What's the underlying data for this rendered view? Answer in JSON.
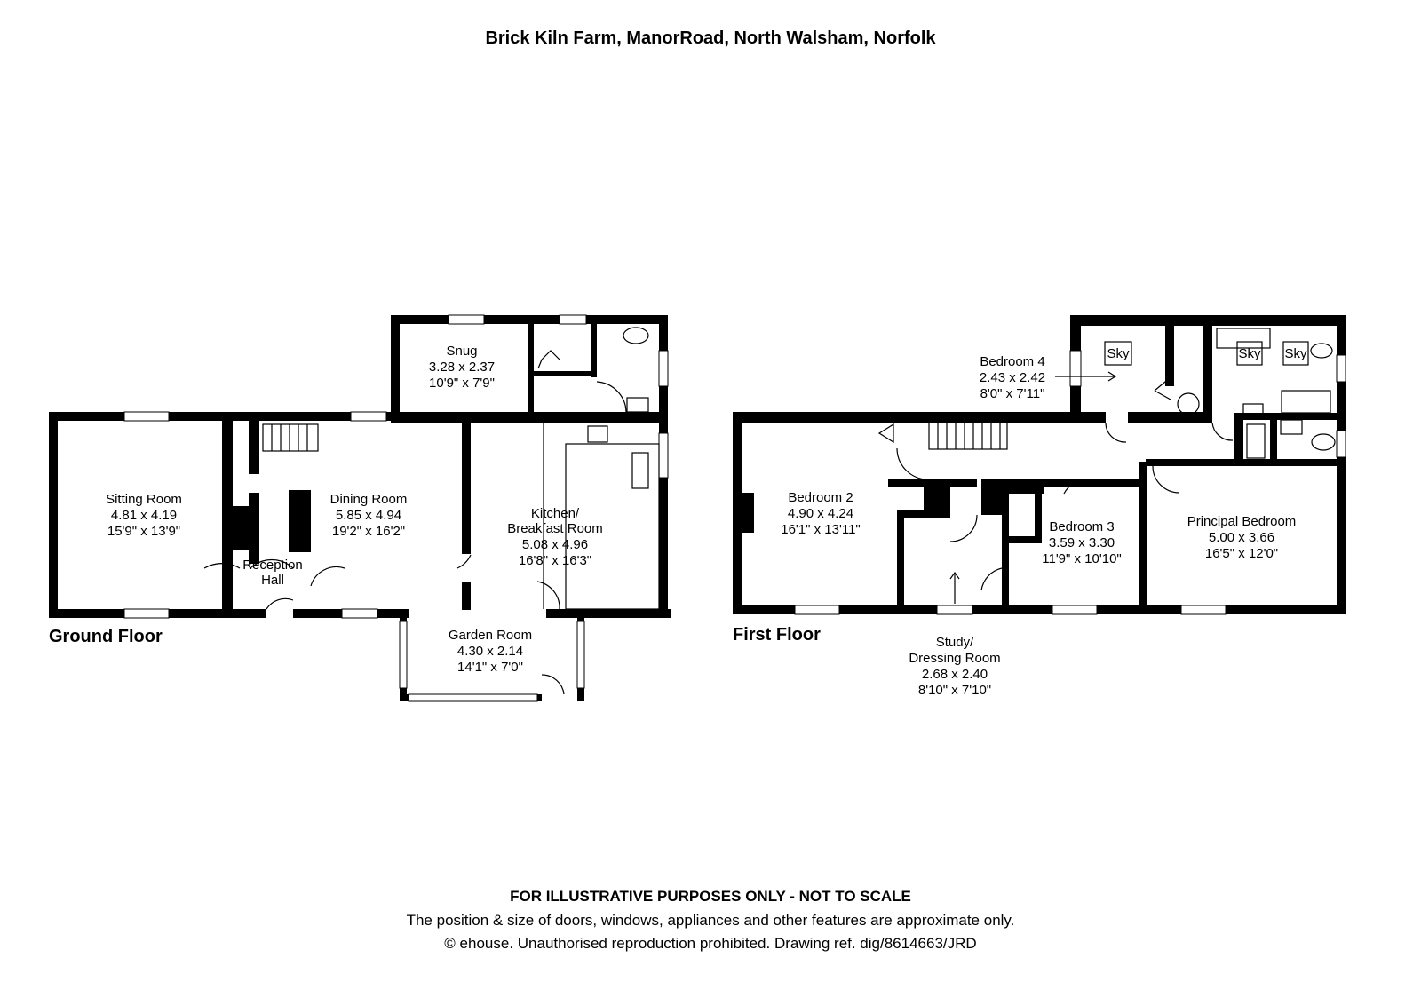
{
  "title": "Brick Kiln Farm, ManorRoad, North Walsham, Norfolk",
  "floors": {
    "ground": {
      "label": "Ground Floor",
      "rooms": {
        "sitting_room": {
          "name": "Sitting Room",
          "metric": "4.81 x 4.19",
          "imperial": "15'9\" x 13'9\""
        },
        "dining_room": {
          "name": "Dining Room",
          "metric": "5.85 x 4.94",
          "imperial": "19'2\" x 16'2\""
        },
        "reception_hall": {
          "name1": "Reception",
          "name2": "Hall"
        },
        "snug": {
          "name": "Snug",
          "metric": "3.28 x 2.37",
          "imperial": "10'9\" x 7'9\""
        },
        "kitchen": {
          "name1": "Kitchen/",
          "name2": "Breakfast Room",
          "metric": "5.08 x 4.96",
          "imperial": "16'8\" x 16'3\""
        },
        "garden_room": {
          "name": "Garden Room",
          "metric": "4.30 x 2.14",
          "imperial": "14'1\" x 7'0\""
        }
      }
    },
    "first": {
      "label": "First Floor",
      "rooms": {
        "bedroom_2": {
          "name": "Bedroom 2",
          "metric": "4.90 x 4.24",
          "imperial": "16'1\" x 13'11\""
        },
        "bedroom_3": {
          "name": "Bedroom 3",
          "metric": "3.59 x 3.30",
          "imperial": "11'9\" x 10'10\""
        },
        "bedroom_4": {
          "name": "Bedroom 4",
          "metric": "2.43 x 2.42",
          "imperial": "8'0\" x 7'11\""
        },
        "principal_bedroom": {
          "name": "Principal Bedroom",
          "metric": "5.00 x 3.66",
          "imperial": "16'5\" x 12'0\""
        },
        "study": {
          "name1": "Study/",
          "name2": "Dressing Room",
          "metric": "2.68 x 2.40",
          "imperial": "8'10\" x 7'10\""
        }
      },
      "skylight_label": "Sky"
    }
  },
  "footer": {
    "disclaimer": "FOR ILLUSTRATIVE PURPOSES ONLY - NOT TO SCALE",
    "note": "The position & size of doors, windows, appliances and other features are approximate only.",
    "copyright": "© ehouse. Unauthorised reproduction prohibited. Drawing ref. dig/8614663/JRD"
  }
}
